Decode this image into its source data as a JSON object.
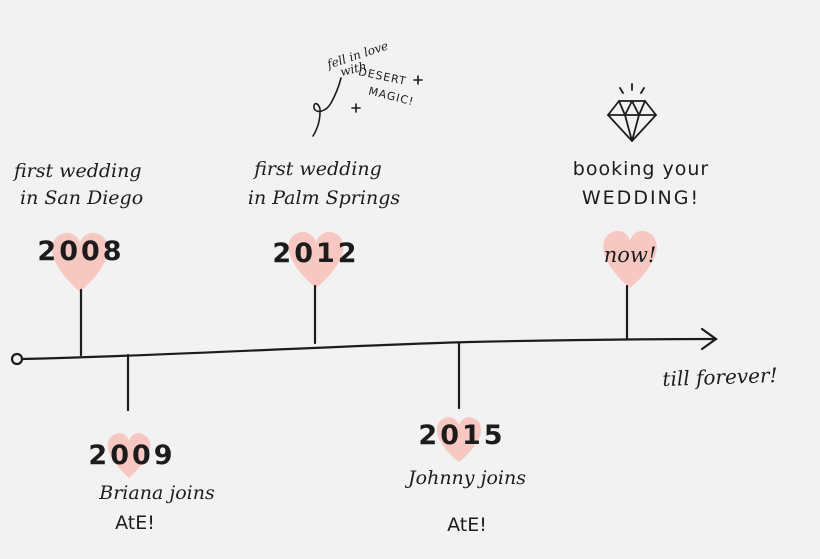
{
  "colors": {
    "background": "#f2f2f2",
    "ink": "#1c1c1c",
    "heart": "#f7c8c1"
  },
  "timeline": {
    "end_label": "till forever!",
    "events": [
      {
        "caption_1": "first wedding",
        "caption_2": "in San Diego",
        "year": "2008",
        "side": "top"
      },
      {
        "year": "2009",
        "caption_1": "Briana joins",
        "caption_2": "AtE!",
        "side": "bottom"
      },
      {
        "caption_1": "first wedding",
        "caption_2": "in Palm Springs",
        "year": "2012",
        "side": "top"
      },
      {
        "year": "2015",
        "caption_1": "Johnny joins",
        "caption_2": "AtE!",
        "side": "bottom"
      },
      {
        "caption_1": "booking your",
        "caption_2": "WEDDING!",
        "year": "now!",
        "side": "top"
      }
    ],
    "doodle": {
      "line_1": "fell in love",
      "line_2": "with",
      "line_3": "DESERT",
      "line_4": "MAGIC!"
    },
    "icon": "diamond-icon"
  }
}
